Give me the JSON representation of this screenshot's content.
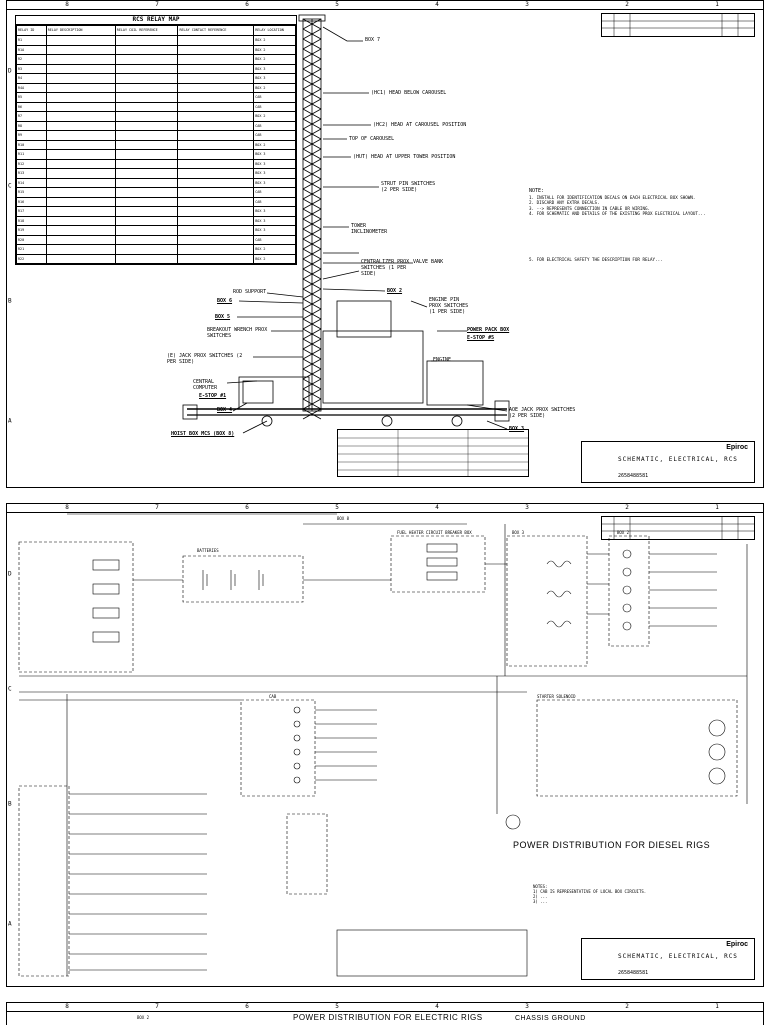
{
  "zones": {
    "columns": [
      "8",
      "7",
      "6",
      "5",
      "4",
      "3",
      "2",
      "1"
    ],
    "rows": [
      "D",
      "C",
      "B",
      "A"
    ]
  },
  "sheet1": {
    "relay_map": {
      "title": "RCS RELAY MAP",
      "headers": [
        "RELAY ID",
        "RELAY DESCRIPTION",
        "RELAY COIL REFERENCE",
        "RELAY CONTACT REFERENCE",
        "RELAY LOCATION"
      ],
      "rows": [
        [
          "R1",
          "",
          "",
          "",
          "BOX 2"
        ],
        [
          "R1A",
          "",
          "",
          "",
          "BOX 2"
        ],
        [
          "R2",
          "",
          "",
          "",
          "BOX 2"
        ],
        [
          "R3",
          "",
          "",
          "",
          "BOX 3"
        ],
        [
          "R4",
          "",
          "",
          "",
          "BOX 3"
        ],
        [
          "R4A",
          "",
          "",
          "",
          "BOX 2"
        ],
        [
          "R5",
          "",
          "",
          "",
          "CAB"
        ],
        [
          "R6",
          "",
          "",
          "",
          "CAB"
        ],
        [
          "R7",
          "",
          "",
          "",
          "BOX 2"
        ],
        [
          "R8",
          "",
          "",
          "",
          "CAB"
        ],
        [
          "R9",
          "",
          "",
          "",
          "CAB"
        ],
        [
          "R10",
          "",
          "",
          "",
          "BOX 2"
        ],
        [
          "R11",
          "",
          "",
          "",
          "BOX 3"
        ],
        [
          "R12",
          "",
          "",
          "",
          "BOX 3"
        ],
        [
          "R13",
          "",
          "",
          "",
          "BOX 3"
        ],
        [
          "R14",
          "",
          "",
          "",
          "BOX 3"
        ],
        [
          "R15",
          "",
          "",
          "",
          "CAB"
        ],
        [
          "R16",
          "",
          "",
          "",
          "CAB"
        ],
        [
          "R17",
          "",
          "",
          "",
          "BOX 3"
        ],
        [
          "R18",
          "",
          "",
          "",
          "BOX 3"
        ],
        [
          "R19",
          "",
          "",
          "",
          "BOX 3"
        ],
        [
          "R20",
          "",
          "",
          "",
          "CAB"
        ],
        [
          "R21",
          "",
          "",
          "",
          "BOX 2"
        ],
        [
          "R22",
          "",
          "",
          "",
          "BOX 2"
        ]
      ]
    },
    "callouts": {
      "box7": "BOX 7",
      "head_carousel": "(HC1) HEAD BELOW CAROUSEL",
      "head_carousel_pos": "(HC2) HEAD AT CAROUSEL POSITION",
      "top_carousel": "TOP OF CAROUSEL",
      "upper_tower": "(HUT) HEAD AT UPPER TOWER POSITION",
      "strut_pin": "STRUT PIN SWITCHES (2 PER SIDE)",
      "tower_inclinometer": "TOWER INCLINOMETER",
      "valve_bank": "VALVE BANK",
      "centralizer": "CENTRALIZER PROX SWITCHES (1 PER SIDE)",
      "box2": "BOX 2",
      "rod_support": "ROD SUPPORT",
      "box6": "BOX 6",
      "box5": "BOX 5",
      "breakout": "BREAKOUT WRENCH PROX SWITCHES",
      "jack": "(E) JACK PROX SWITCHES (2 PER SIDE)",
      "central_computer": "CENTRAL COMPUTER",
      "estop1": "E-STOP #1",
      "box4": "BOX 4",
      "hoist_box": "HOIST BOX MCS (BOX 8)",
      "engine_pin": "ENGINE PIN PROX SWITCHES (1 PER SIDE)",
      "power_pack": "POWER PACK BOX",
      "estop5": "E-STOP #5",
      "engine": "ENGINE",
      "aoe_jack": "AOE JACK PROX SWITCHES (2 PER SIDE)",
      "box3": "BOX 3"
    },
    "notes": {
      "title": "NOTE:",
      "items": [
        "1.  INSTALL FOR IDENTIFICATION DECALS ON EACH ELECTRICAL BOX SHOWN.",
        "2.  DISCARD ANY EXTRA DECALS.",
        "3.  --> REPRESENTS CONNECTION IN CABLE OR WIRING.",
        "4.  FOR SCHEMATIC AND DETAILS OF THE EXISTING PROX ELECTRICAL LAYOUT...",
        "5.  FOR ELECTRICAL SAFETY THE DESCRIPTION FOR RELAY..."
      ]
    },
    "title_block": {
      "company": "Epiroc",
      "title": "SCHEMATIC, ELECTRICAL, RCS",
      "number": "2658488581"
    }
  },
  "sheet2": {
    "title": "POWER DISTRIBUTION FOR DIESEL RIGS",
    "labels": {
      "box8": "BOX 8",
      "fuel_heater": "FUEL HEATER CIRCUIT BREAKER BOX",
      "box3": "BOX 3",
      "cab": "CAB",
      "box2": "BOX 2",
      "batteries": "BATTERIES",
      "starter": "STARTER SOLENOID"
    },
    "notes": {
      "title": "NOTES:",
      "items": [
        "1)  CAB IS REPRESENTATIVE OF LOCAL BOX CIRCUITS.",
        "2)  ...",
        "3)  ..."
      ]
    },
    "title_block": {
      "company": "Epiroc",
      "title": "SCHEMATIC, ELECTRICAL, RCS",
      "number": "2658488581"
    }
  },
  "sheet3": {
    "title": "POWER DISTRIBUTION FOR ELECTRIC RIGS",
    "chassis": "CHASSIS GROUND",
    "box2": "BOX 2"
  },
  "colors": {
    "ink": "#000000",
    "paper": "#ffffff",
    "gap": "#ececec"
  }
}
